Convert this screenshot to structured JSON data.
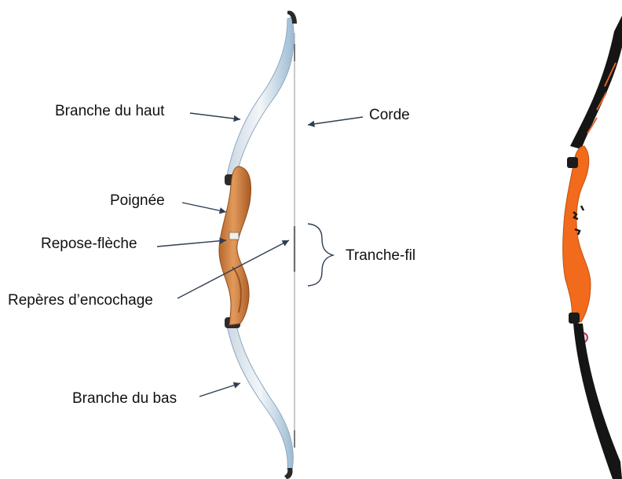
{
  "labels": {
    "upper_limb": "Branche du haut",
    "string": "Corde",
    "grip": "Poignée",
    "arrow_rest": "Repose-flèche",
    "serving": "Tranche-fil",
    "nocking_points": "Repères d’encochage",
    "lower_limb": "Branche du bas"
  },
  "colors": {
    "riser_wood": "#d4874a",
    "riser_dark": "#a85a22",
    "limb_light": "#e6ecf2",
    "limb_blue": "#8fb3d0",
    "limb_tip": "#2a2a2a",
    "string": "#b9b9b9",
    "arrow": "#2f3f52",
    "orange_riser": "#f26a1b",
    "black_limb": "#161616"
  }
}
